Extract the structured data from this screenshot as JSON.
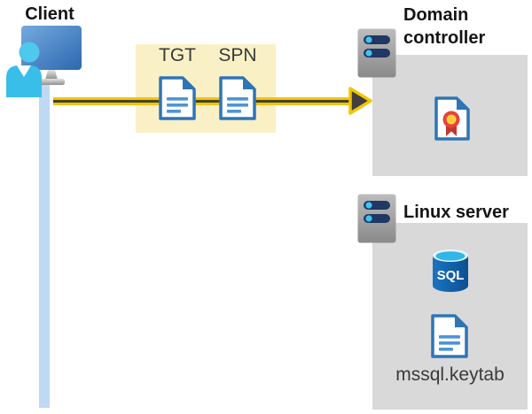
{
  "diagram": {
    "client": {
      "label": "Client"
    },
    "tickets": {
      "tgt_label": "TGT",
      "spn_label": "SPN"
    },
    "domain_controller": {
      "label": "Domain controller"
    },
    "linux_server": {
      "label": "Linux server",
      "database_label": "SQL",
      "keytab_file": "mssql.keytab"
    }
  },
  "icons": {
    "client": "person-at-monitor-icon",
    "connection": "vertical-line",
    "authentication_flow": "yellow-right-arrow",
    "tgt": "document-icon",
    "spn": "document-icon",
    "domain_controller": "server-icon",
    "certificate": "certificate-icon",
    "linux_server": "server-icon",
    "database": "sql-database-icon",
    "keytab": "document-icon"
  },
  "colors": {
    "highlight_box": "#FAF0C6",
    "arrow_yellow": "#F2C500",
    "arrow_core": "#45422F",
    "content_box_gray": "#D9D9D9",
    "client_line_blue": "#BFD9F4",
    "doc_border_blue": "#2E75B6",
    "doc_line_blue": "#4E94D4",
    "person_cyan": "#38BEE9",
    "sql_body_blue": "#1368B4",
    "server_slot_navy": "#1F3864",
    "server_dot_cyan": "#40C4EE",
    "heading_text": "#141414",
    "label_text": "#3A3A3A"
  }
}
